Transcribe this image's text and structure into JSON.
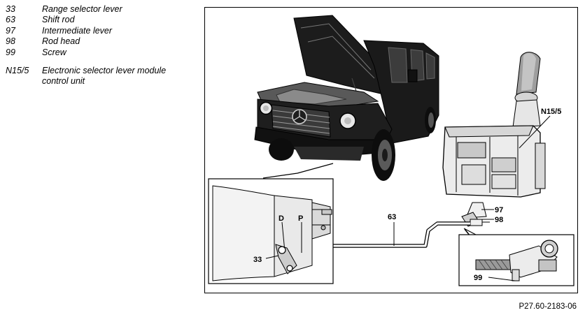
{
  "legend": {
    "items": [
      {
        "code": "33",
        "text": "Range selector lever"
      },
      {
        "code": "63",
        "text": "Shift rod"
      },
      {
        "code": "97",
        "text": "Intermediate lever"
      },
      {
        "code": "98",
        "text": "Rod head"
      },
      {
        "code": "99",
        "text": "Screw"
      }
    ],
    "extra": {
      "code": "N15/5",
      "text_line1": "Electronic selector lever module",
      "text_line2": "control unit"
    }
  },
  "callouts": {
    "n15_5": "N15/5",
    "c97": "97",
    "c98": "98",
    "c63": "63",
    "c33": "33",
    "c99": "99",
    "gear_d": "D",
    "gear_p": "P"
  },
  "figure_ref": "P27.60-2183-06"
}
